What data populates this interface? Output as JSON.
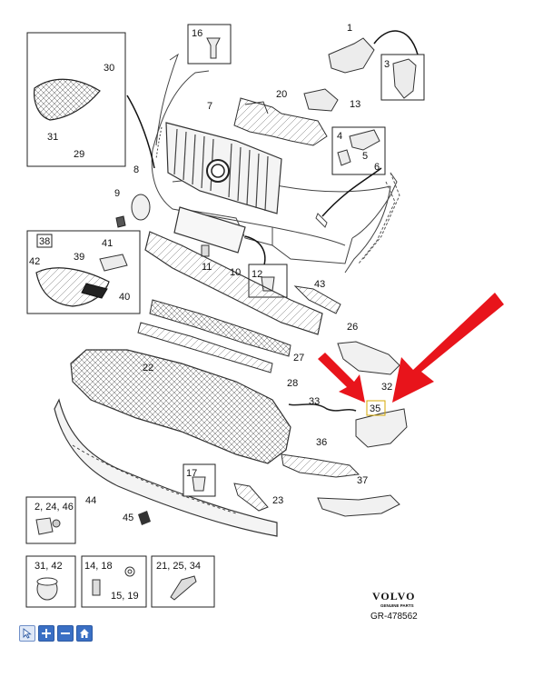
{
  "callouts": {
    "c1": "1",
    "c2_24_46": "2, 24, 46",
    "c3": "3",
    "c4": "4",
    "c5": "5",
    "c6": "6",
    "c7": "7",
    "c8": "8",
    "c9": "9",
    "c10": "10",
    "c11": "11",
    "c12": "12",
    "c13": "13",
    "c14_18": "14, 18",
    "c15_19": "15, 19",
    "c16": "16",
    "c17": "17",
    "c20": "20",
    "c21_25_34": "21, 25, 34",
    "c22": "22",
    "c23": "23",
    "c26": "26",
    "c27": "27",
    "c28": "28",
    "c29": "29",
    "c30": "30",
    "c31": "31",
    "c31_42": "31, 42",
    "c32": "32",
    "c33": "33",
    "c35": "35",
    "c36": "36",
    "c37": "37",
    "c38": "38",
    "c39": "39",
    "c40": "40",
    "c41": "41",
    "c42": "42",
    "c43": "43",
    "c44": "44",
    "c45": "45"
  },
  "brand": {
    "logo": "VOLVO",
    "sub": "GENUINE PARTS",
    "ref": "GR-478562"
  },
  "highlight_color": "#e8141b",
  "toolbar": {
    "buttons": [
      {
        "icon": "pointer-icon"
      },
      {
        "icon": "plus-icon"
      },
      {
        "icon": "minus-icon"
      },
      {
        "icon": "home-icon"
      }
    ]
  }
}
